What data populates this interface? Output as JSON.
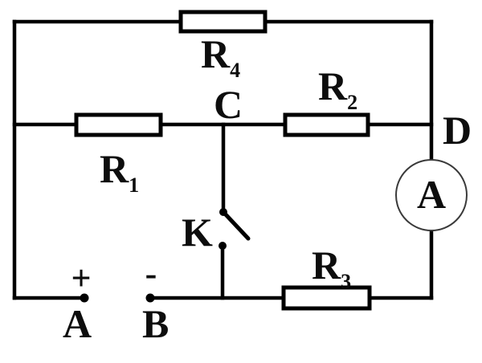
{
  "figure": {
    "type": "circuit-diagram",
    "colors": {
      "background": "#ffffff",
      "wire": "#000000",
      "label": "#0d0d0d",
      "ammeter_outline": "#3a3a3a"
    },
    "resistors": {
      "r4": {
        "base": "R",
        "sub": "4"
      },
      "r2": {
        "base": "R",
        "sub": "2"
      },
      "r1": {
        "base": "R",
        "sub": "1"
      },
      "r3": {
        "base": "R",
        "sub": "3"
      }
    },
    "nodes": {
      "c": "C",
      "d": "D"
    },
    "switch": {
      "label": "K",
      "state": "open"
    },
    "ammeter": {
      "label": "A"
    },
    "terminals": {
      "plus": "+",
      "minus": "-",
      "a": "A",
      "b": "B"
    }
  }
}
